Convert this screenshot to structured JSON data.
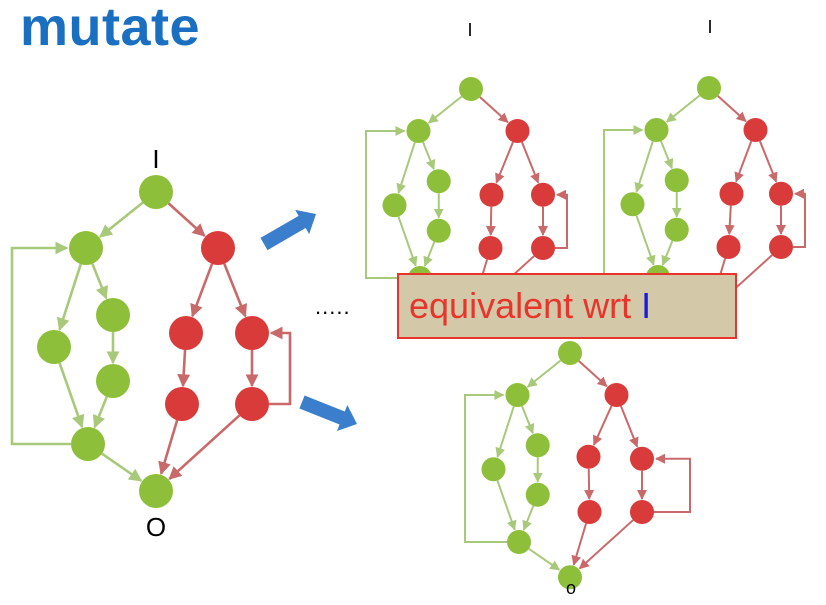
{
  "slide": {
    "title": "mutate",
    "ellipsis": ".....",
    "callout": {
      "text": "equivalent wrt",
      "variable": "I"
    }
  },
  "labels": {
    "input": "I",
    "output": "O",
    "output_small": "o"
  },
  "colors": {
    "title": "#1a6fc1",
    "green_node": "#8ebf3b",
    "green_edge": "#a9c97a",
    "red_node": "#d93a3a",
    "red_edge": "#c9696a",
    "arrow": "#3b7fcc",
    "callout_bg": "#d3c8a8",
    "callout_border": "#e8352c",
    "callout_text": "#e8352c",
    "callout_variable": "#1a1ae0"
  },
  "graph": {
    "nodes": [
      {
        "id": "top",
        "color": "green"
      },
      {
        "id": "g1",
        "color": "green"
      },
      {
        "id": "r1",
        "color": "red"
      },
      {
        "id": "g2",
        "color": "green"
      },
      {
        "id": "g3",
        "color": "green"
      },
      {
        "id": "g4",
        "color": "green"
      },
      {
        "id": "g5",
        "color": "green"
      },
      {
        "id": "r2",
        "color": "red"
      },
      {
        "id": "r3",
        "color": "red"
      },
      {
        "id": "r4",
        "color": "red"
      },
      {
        "id": "r5",
        "color": "red"
      },
      {
        "id": "bot",
        "color": "green"
      }
    ],
    "edges": [
      {
        "from": "top",
        "to": "g1",
        "color": "green"
      },
      {
        "from": "top",
        "to": "r1",
        "color": "red"
      },
      {
        "from": "g1",
        "to": "g2",
        "color": "green"
      },
      {
        "from": "g1",
        "to": "g3",
        "color": "green"
      },
      {
        "from": "g3",
        "to": "g4",
        "color": "green"
      },
      {
        "from": "g2",
        "to": "g5",
        "color": "green"
      },
      {
        "from": "g4",
        "to": "g5",
        "color": "green"
      },
      {
        "from": "g5",
        "to": "bot",
        "color": "green"
      },
      {
        "from": "r1",
        "to": "r2",
        "color": "red"
      },
      {
        "from": "r1",
        "to": "r3",
        "color": "red"
      },
      {
        "from": "r2",
        "to": "r4",
        "color": "red"
      },
      {
        "from": "r3",
        "to": "r5",
        "color": "red"
      },
      {
        "from": "r4",
        "to": "bot",
        "color": "red"
      },
      {
        "from": "r5",
        "to": "bot",
        "color": "red"
      },
      {
        "from": "g5",
        "to": "g1",
        "color": "green",
        "type": "loop-left"
      },
      {
        "from": "r5",
        "to": "r3",
        "color": "red",
        "type": "loop-right"
      }
    ]
  },
  "mutants": [
    {
      "id": "original",
      "variant": "original",
      "input_label": "input",
      "output_label": "output"
    },
    {
      "id": "mutant-1",
      "variant": "mutant-a",
      "input_label": "input"
    },
    {
      "id": "mutant-2",
      "variant": "mutant-b",
      "input_label": "input"
    },
    {
      "id": "mutant-3",
      "variant": "mutant-c",
      "output_label": "output_small"
    }
  ]
}
